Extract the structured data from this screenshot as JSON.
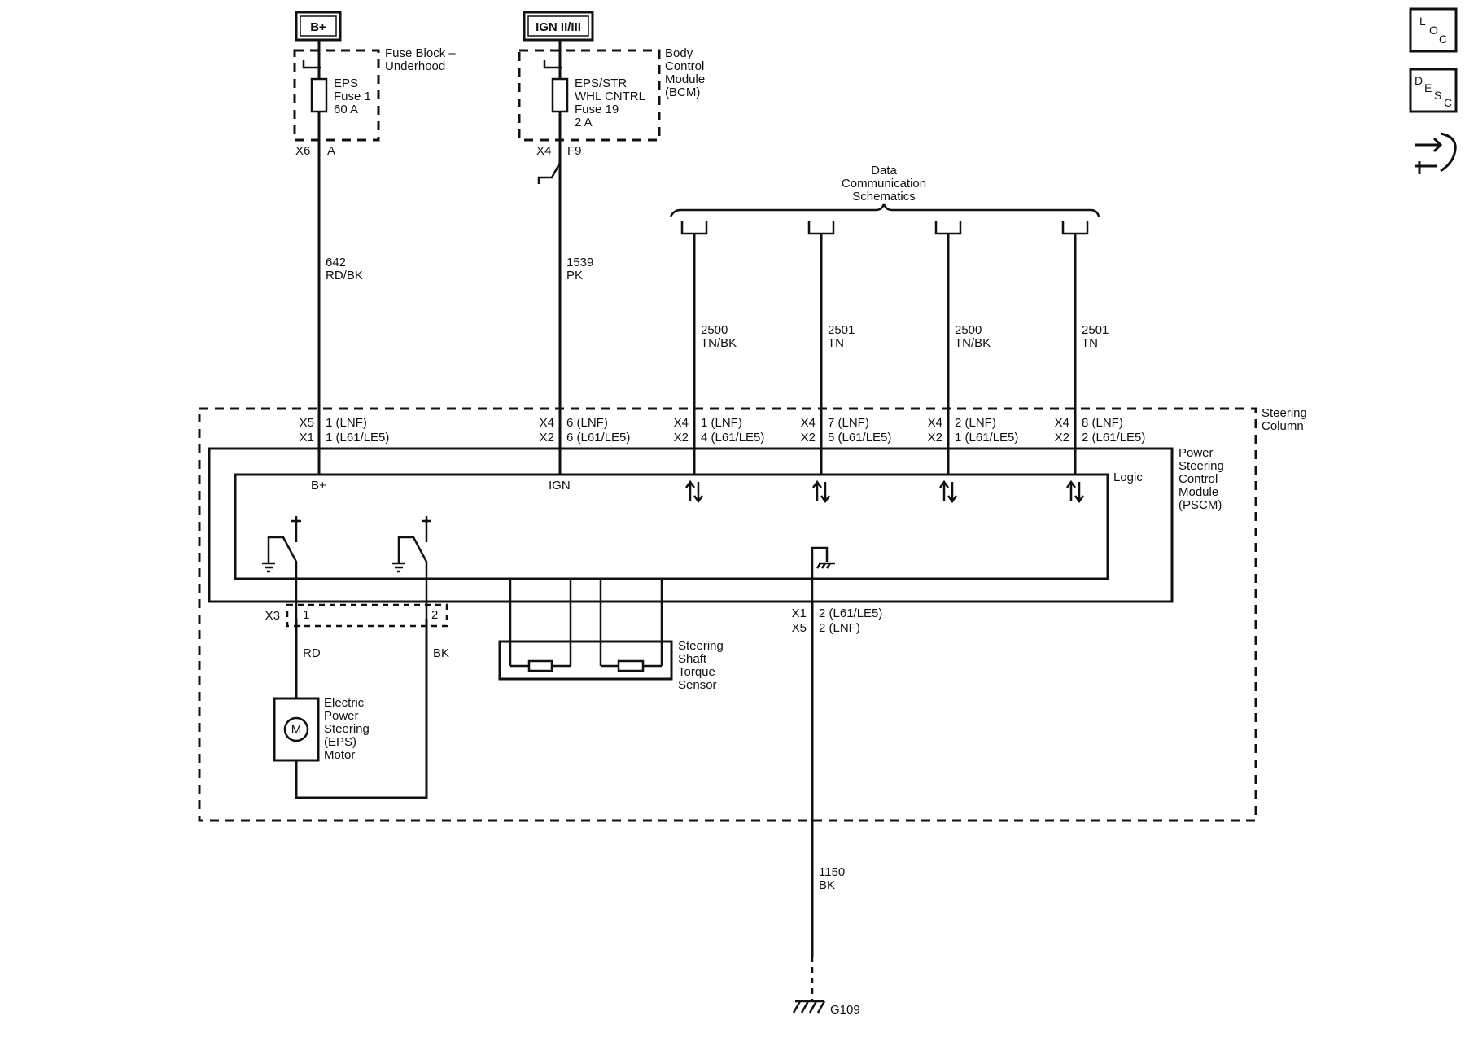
{
  "power": {
    "bplus_label": "B+",
    "ign_label": "IGN II/III"
  },
  "fuse_block": {
    "title": [
      "Fuse Block –",
      "Underhood"
    ],
    "fuse": [
      "EPS",
      "Fuse 1",
      "60 A"
    ],
    "connector": "X6",
    "pin": "A"
  },
  "bcm": {
    "title": [
      "Body",
      "Control",
      "Module",
      "(BCM)"
    ],
    "fuse": [
      "EPS/STR",
      "WHL CNTRL",
      "Fuse 19",
      "2 A"
    ],
    "connector": "X4",
    "pin": "F9"
  },
  "wires": {
    "w642": [
      "642",
      "RD/BK"
    ],
    "w1539": [
      "1539",
      "PK"
    ],
    "w2500a": [
      "2500",
      "TN/BK"
    ],
    "w2501a": [
      "2501",
      "TN"
    ],
    "w2500b": [
      "2500",
      "TN/BK"
    ],
    "w2501b": [
      "2501",
      "TN"
    ],
    "w1150": [
      "1150",
      "BK"
    ],
    "rd": "RD",
    "bk": "BK"
  },
  "data_comm": [
    "Data",
    "Communication",
    "Schematics"
  ],
  "steering_column": [
    "Steering",
    "Column"
  ],
  "pscm": [
    "Power",
    "Steering",
    "Control",
    "Module",
    "(PSCM)"
  ],
  "logic_label": "Logic",
  "pins": {
    "bplus": {
      "c1": "X5",
      "p1": "1 (LNF)",
      "c2": "X1",
      "p2": "1 (L61/LE5)",
      "name": "B+"
    },
    "ign": {
      "c1": "X4",
      "p1": "6 (LNF)",
      "c2": "X2",
      "p2": "6 (L61/LE5)",
      "name": "IGN"
    },
    "d1": {
      "c1": "X4",
      "p1": "1 (LNF)",
      "c2": "X2",
      "p2": "4 (L61/LE5)"
    },
    "d2": {
      "c1": "X4",
      "p1": "7 (LNF)",
      "c2": "X2",
      "p2": "5 (L61/LE5)"
    },
    "d3": {
      "c1": "X4",
      "p1": "2 (LNF)",
      "c2": "X2",
      "p2": "1 (L61/LE5)"
    },
    "d4": {
      "c1": "X4",
      "p1": "8 (LNF)",
      "c2": "X2",
      "p2": "2 (L61/LE5)"
    },
    "gnd": {
      "c1": "X1",
      "p1": "2 (L61/LE5)",
      "c2": "X5",
      "p2": "2 (LNF)"
    }
  },
  "motor_conn": {
    "connector": "X3",
    "pin1": "1",
    "pin2": "2"
  },
  "motor": {
    "symbol": "M",
    "label": [
      "Electric",
      "Power",
      "Steering",
      "(EPS)",
      "Motor"
    ]
  },
  "torque_sensor": [
    "Steering",
    "Shaft",
    "Torque",
    "Sensor"
  ],
  "ground": "G109",
  "icons": {
    "loc": {
      "a": "L",
      "b": "O",
      "c": "C"
    },
    "desc": {
      "a": "D",
      "b": "E",
      "c": "S",
      "d": "C"
    },
    "connector_icon": "connector-icon"
  }
}
